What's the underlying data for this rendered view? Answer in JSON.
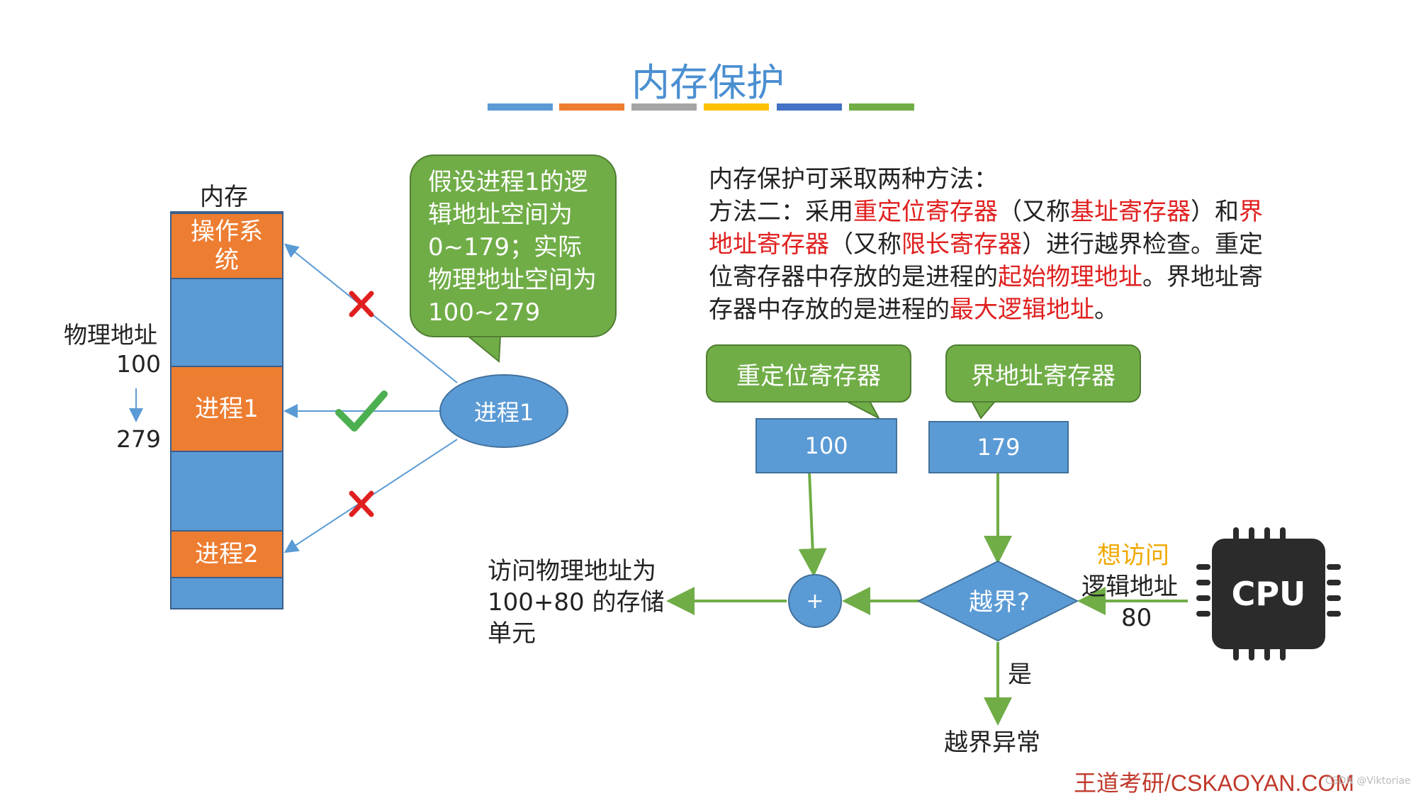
{
  "title": "内存保护",
  "title_bars": [
    "#5b9bd5",
    "#ed7d31",
    "#a5a5a5",
    "#ffc000",
    "#4472c4",
    "#70ad47"
  ],
  "memory": {
    "label": "内存",
    "segments": [
      "操作系统",
      "进程1",
      "进程2"
    ],
    "physical_label": "物理地址",
    "start": "100",
    "end": "279"
  },
  "bubble": {
    "text": "假设进程1的逻辑地址空间为 0~179；实际物理地址空间为 100~279"
  },
  "process": "进程1",
  "paragraph": {
    "l1": "内存保护可采取两种方法：",
    "l2a": "方法二：采用",
    "reloc_reg": "重定位寄存器",
    "l2b": "（又称",
    "base_reg": "基址寄存器",
    "l2c": "）和",
    "limit_reg_a": "界",
    "limit_reg_b": "地址寄存器",
    "l3a": "（又称",
    "limit_alias": "限长寄存器",
    "l3b": "）进行越界检查。重定",
    "l4a": "位寄存器中存放的是进程的",
    "start_addr": "起始物理地址",
    "l4b": "。界地址寄",
    "l5a": "存器中存放的是进程的",
    "max_addr": "最大逻辑地址",
    "l5b": "。"
  },
  "registers": {
    "reloc_label": "重定位寄存器",
    "reloc_value": "100",
    "limit_label": "界地址寄存器",
    "limit_value": "179"
  },
  "flow": {
    "plus": "+",
    "check": "越界?",
    "access": "访问物理地址为 100+80 的存储单元",
    "yes": "是",
    "exception": "越界异常",
    "want": "想访问",
    "logical": "逻辑地址",
    "logical_value": "80",
    "cpu": "CPU"
  },
  "footer": "王道考研/CSKAOYAN.COM",
  "watermark": "CSDN @Viktoriae"
}
